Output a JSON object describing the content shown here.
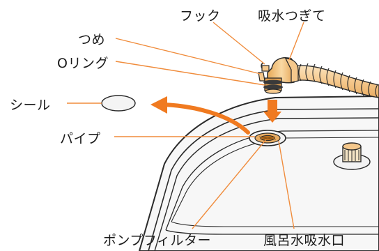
{
  "labels": {
    "hook": "フック",
    "intake_joint": "吸水つぎて",
    "claw": "つめ",
    "o_ring": "Oリング",
    "seal": "シール",
    "pipe": "パイプ",
    "pump_filter": "ポンプフィルター",
    "bath_intake": "風呂水吸水口"
  },
  "colors": {
    "leader_line": "#f08c3c",
    "arrow": "#f07a20",
    "hose": "#f5c88c",
    "outline": "#2a2a2a"
  }
}
